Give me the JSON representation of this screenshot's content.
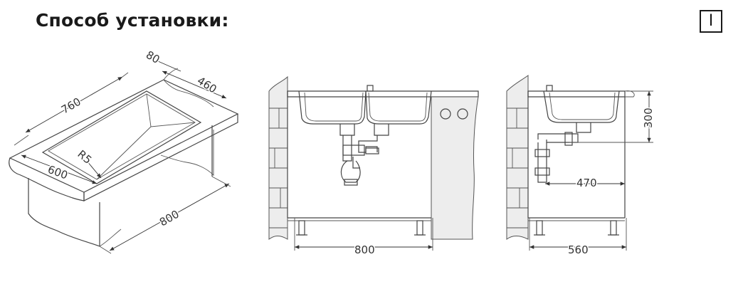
{
  "title": "Способ установки:",
  "badge": "I",
  "diagrams": {
    "isometric": {
      "dim_width": "760",
      "dim_depth": "460",
      "dim_rim": "80",
      "dim_depth_front": "600",
      "dim_radius": "R5",
      "dim_cabinet": "800"
    },
    "front_view": {
      "dim_width": "800"
    },
    "side_view": {
      "dim_height": "300",
      "dim_drain": "470",
      "dim_depth": "560"
    }
  }
}
